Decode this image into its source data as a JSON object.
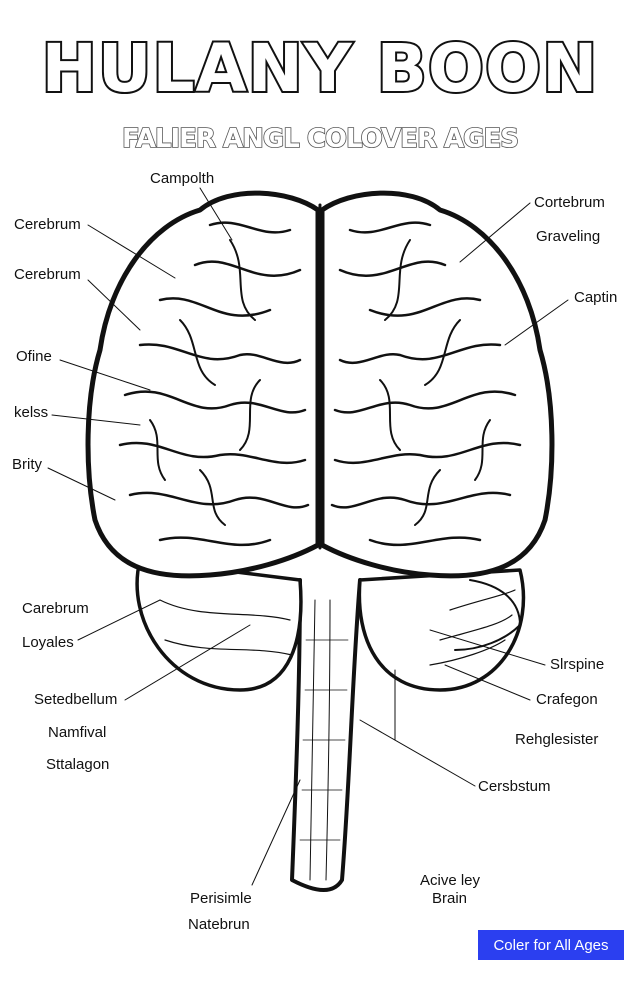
{
  "header": {
    "title": "HULANY BOON",
    "subtitle": "FALIER ANGL COLOVER AGES"
  },
  "labels": {
    "campolth": "Campolth",
    "cerebrum_1": "Cerebrum",
    "cerebrum_2": "Cerebrum",
    "ofine": "Ofine",
    "kelss": "kelss",
    "brity": "Brity",
    "carebrum": "Carebrum",
    "loyales": "Loyales",
    "setedbellum": "Setedbellum",
    "namfival": "Namfival",
    "stalagon": "Sttalagon",
    "perisimle": "Perisimle",
    "natebrun": "Natebrun",
    "cortebrum": "Cortebrum",
    "graveling": "Graveling",
    "captin": "Captin",
    "slrspine": "Slrspine",
    "crafegon": "Crafegon",
    "rehglesister": "Rehglesister",
    "cersbstum": "Cersbstum",
    "acive_ley": "Acive ley",
    "brain": "Brain"
  },
  "badge": {
    "label": "Coler for All Ages",
    "color": "#2b3ff0"
  }
}
